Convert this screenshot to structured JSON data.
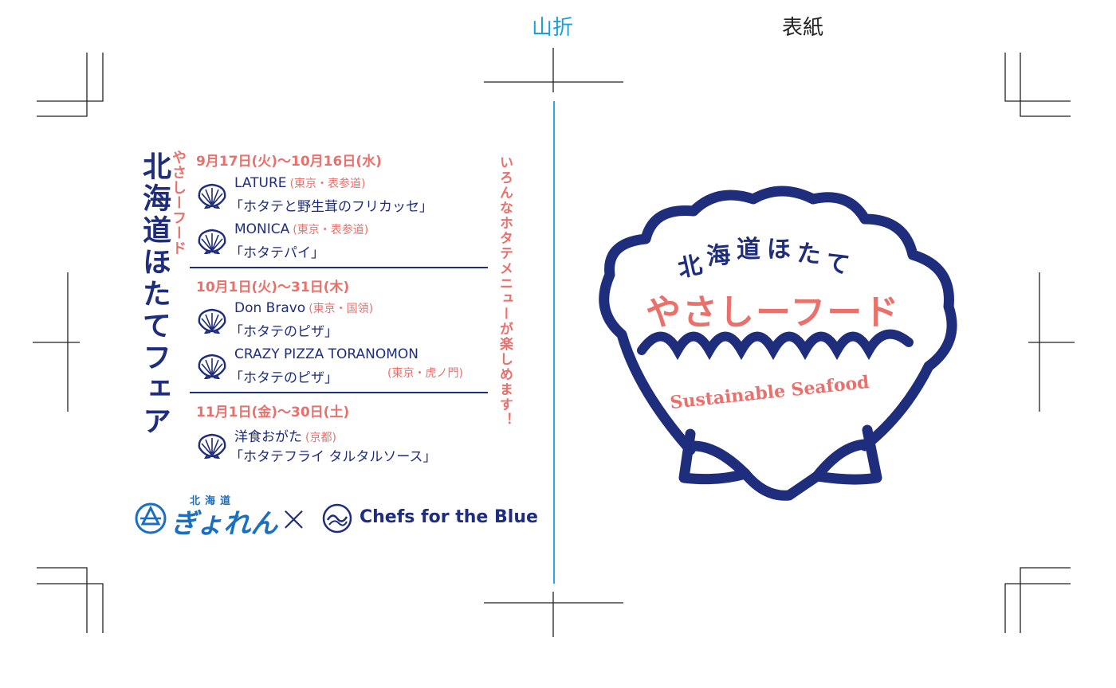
{
  "fold_labels": {
    "mountain_fold": "山折",
    "cover": "表紙"
  },
  "left_panel": {
    "title": "北海道ほたてフェア",
    "subtitle": "やさしーフード",
    "side_note": "いろんなホタテメニューが楽しめます！",
    "periods": [
      {
        "date": "9月17日(火)～10月16日(水)",
        "restaurants": [
          {
            "name": "LATURE",
            "location": "(東京・表参道)",
            "dish": "「ホタテと野生茸のフリカッセ」"
          },
          {
            "name": "MONICA",
            "location": "(東京・表参道)",
            "dish": "「ホタテパイ」"
          }
        ]
      },
      {
        "date": "10月1日(火)～31日(木)",
        "restaurants": [
          {
            "name": "Don Bravo",
            "location": "(東京・国領)",
            "dish": "「ホタテのピザ」"
          },
          {
            "name": "CRAZY PIZZA TORANOMON",
            "location": "(東京・虎ノ門)",
            "dish": "「ホタテのピザ」"
          }
        ]
      },
      {
        "date": "11月1日(金)～30日(土)",
        "restaurants": [
          {
            "name": "洋食おがた",
            "location": "(京都)",
            "dish": "「ホタテフライ タルタルソース」"
          }
        ]
      }
    ],
    "footer": {
      "gyoren_small": "北海道",
      "gyoren_main": "ぎょれん",
      "times": "×",
      "partner": "Chefs for the Blue"
    }
  },
  "cover_logo": {
    "title_chars": [
      "北",
      "海",
      "道",
      "ほ",
      "た",
      "て"
    ],
    "main": "やさしーフード",
    "sub": "Sustainable Seafood"
  },
  "colors": {
    "navy": "#1f2d7d",
    "coral": "#e9706b",
    "fold_blue": "#29a9e0",
    "gyoren_blue": "#1b6fc1"
  },
  "icons": [
    "scallop-shell-icon",
    "gyoren-logo-icon",
    "chefs-for-the-blue-icon",
    "crop-mark-icon"
  ]
}
